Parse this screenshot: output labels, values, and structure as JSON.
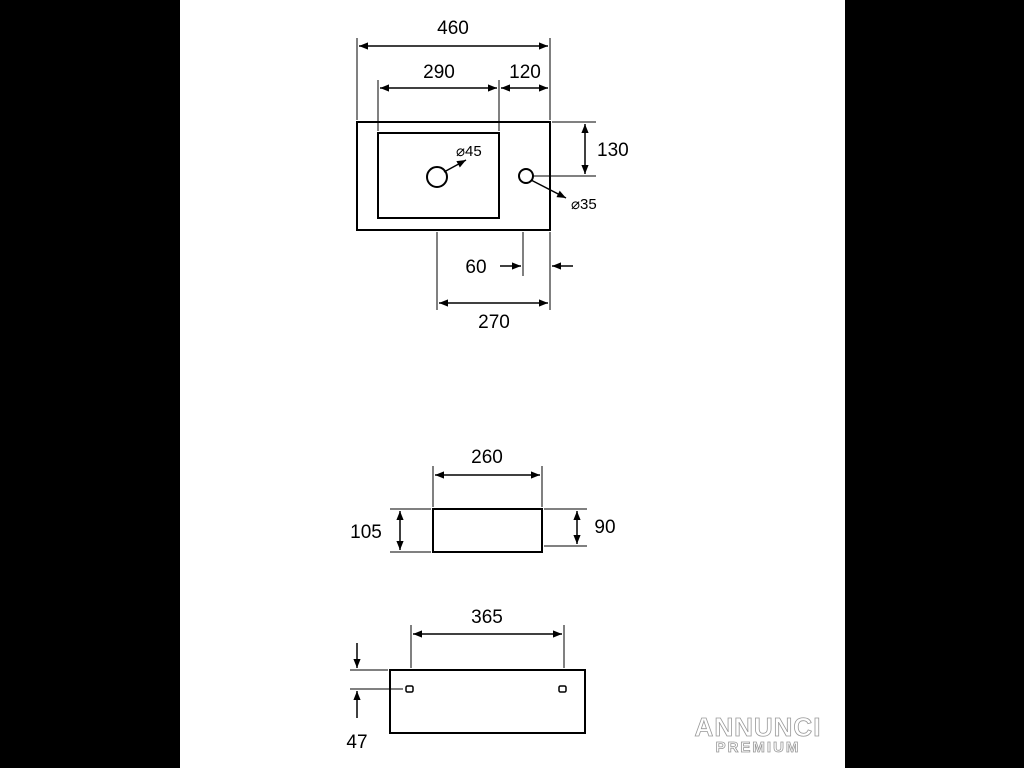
{
  "top_view": {
    "width_total": "460",
    "basin_width": "290",
    "right_section": "120",
    "tap_offset": "130",
    "drain_diameter": "⌀45",
    "tap_hole_diameter": "⌀35",
    "tap_edge_offset": "60",
    "drain_to_right_edge": "270"
  },
  "side_view": {
    "width": "260",
    "height_outer": "105",
    "height_inner": "90"
  },
  "back_view": {
    "width": "365",
    "hole_height": "47"
  },
  "watermark": {
    "line1": "ANNUNCI",
    "line2": "PREMIUM"
  }
}
